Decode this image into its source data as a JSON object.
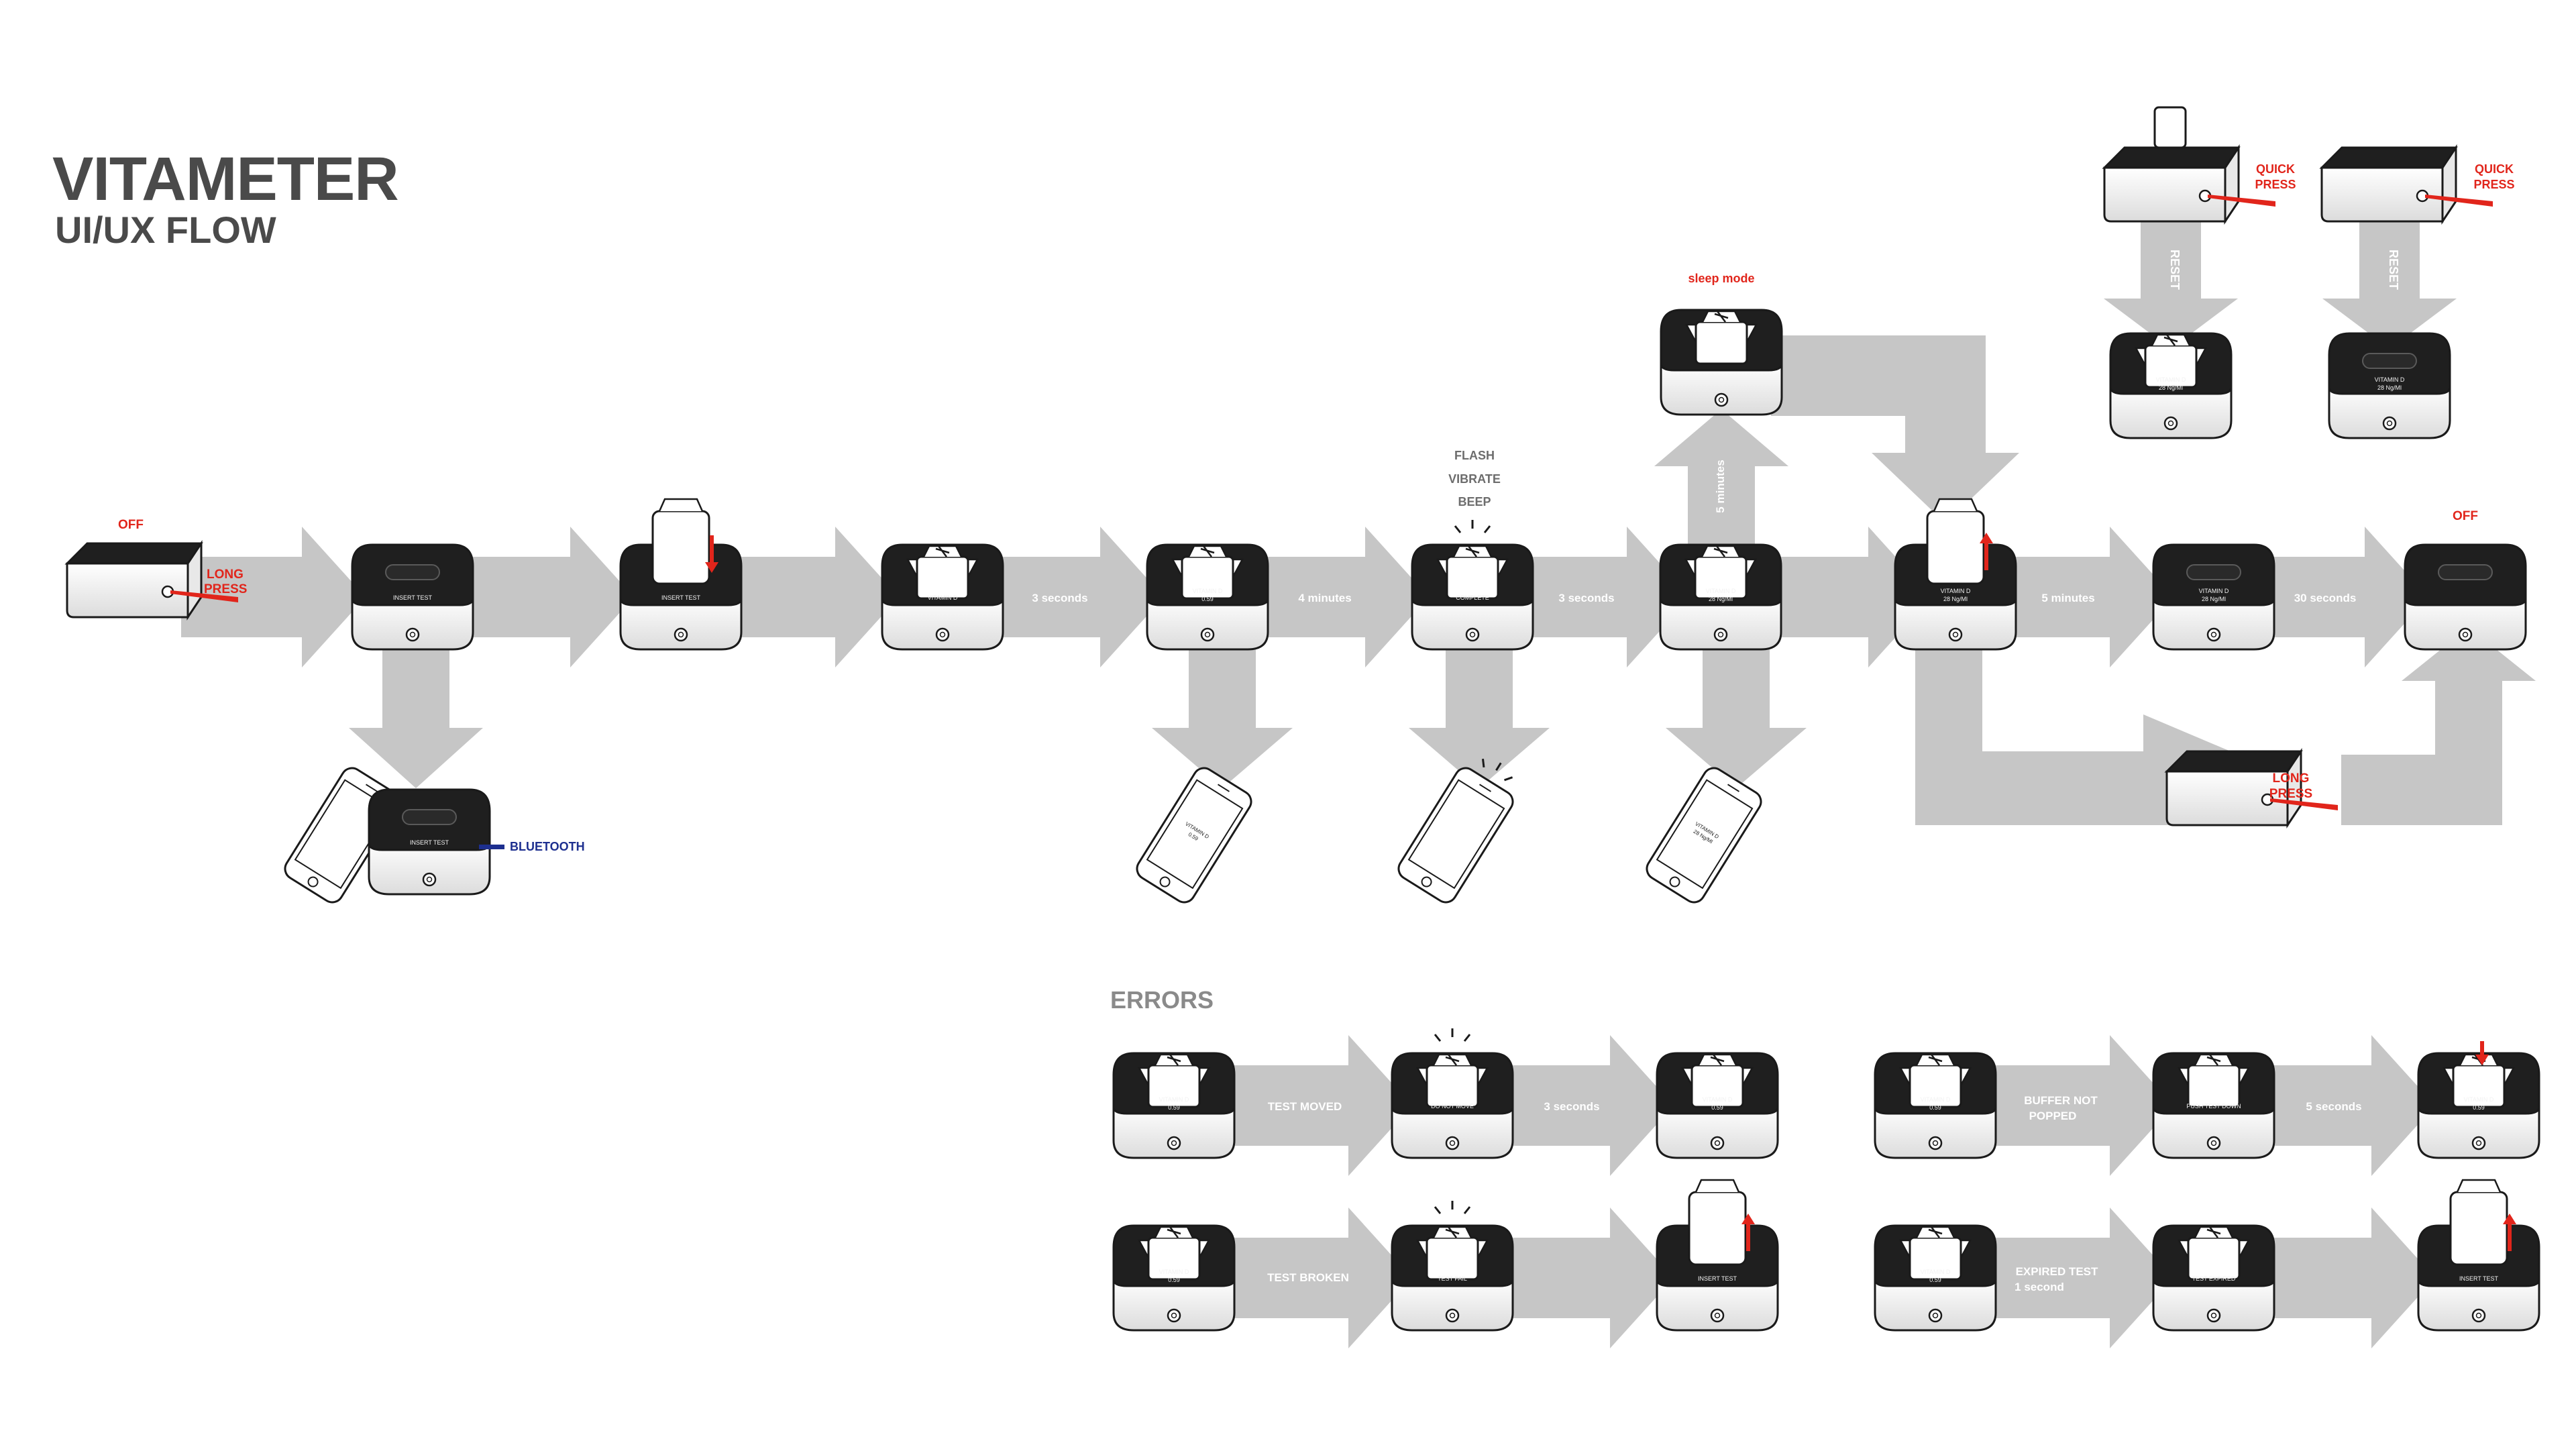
{
  "header": {
    "title": "VITAMETER",
    "subtitle": "UI/UX FLOW"
  },
  "errors_title": "ERRORS",
  "colors": {
    "arrow": "#c6c6c6",
    "device_top": "#1f1f1f",
    "device_body": "#ffffff",
    "accent_red": "#e1251b",
    "bluetooth_blue": "#1d2f8f",
    "label_on_arrow": "#ffffff",
    "note_text": "#6d6d6d"
  },
  "icons": [
    "device-icon",
    "test-cartridge-icon",
    "smartphone-icon",
    "red-arrow-icon",
    "power-button-icon"
  ],
  "main_flow": {
    "off_label": "OFF",
    "long_press_line1": "LONG",
    "long_press_line2": "PRESS",
    "bluetooth_label": "BLUETOOTH",
    "screen_insert_test": "INSERT TEST",
    "screen_vitamin_d": "VITAMIN D",
    "screen_vitamin_d_line1": "VITAMIN D",
    "screen_vitamin_d_line2": "0.59",
    "screen_complete": "COMPLETE",
    "screen_result_line1": "VITAMIN D",
    "screen_result_line2": "28 Ng/Ml",
    "step_3_seconds": "3 seconds",
    "step_4_minutes": "4 minutes",
    "step_3_seconds_b": "3 seconds",
    "step_5_minutes_up": "5 minutes",
    "step_5_minutes": "5 minutes",
    "step_30_seconds": "30 seconds",
    "flash_label": "FLASH",
    "vibrate_label": "VIBRATE",
    "beep_label": "BEEP",
    "sleep_mode_label": "sleep mode",
    "off_label_end": "OFF",
    "long_press_end_line1": "LONG",
    "long_press_end_line2": "PRESS"
  },
  "reset_flow": {
    "quick_press_line1": "QUICK",
    "quick_press_line2": "PRESS",
    "reset_label": "RESET"
  },
  "errors": {
    "test_moved": "TEST MOVED",
    "do_not_move": "DO NOT MOVE",
    "three_seconds": "3 seconds",
    "test_broken": "TEST BROKEN",
    "test_fail": "TEST FAIL",
    "insert_test": "INSERT TEST",
    "buffer_line1": "BUFFER NOT",
    "buffer_line2": "POPPED",
    "push_test_down": "PUSH TEST DOWN",
    "five_seconds": "5 seconds",
    "expired_line1": "EXPIRED TEST",
    "expired_line2": "1 second",
    "test_expired": "TEST EXPIRED"
  }
}
